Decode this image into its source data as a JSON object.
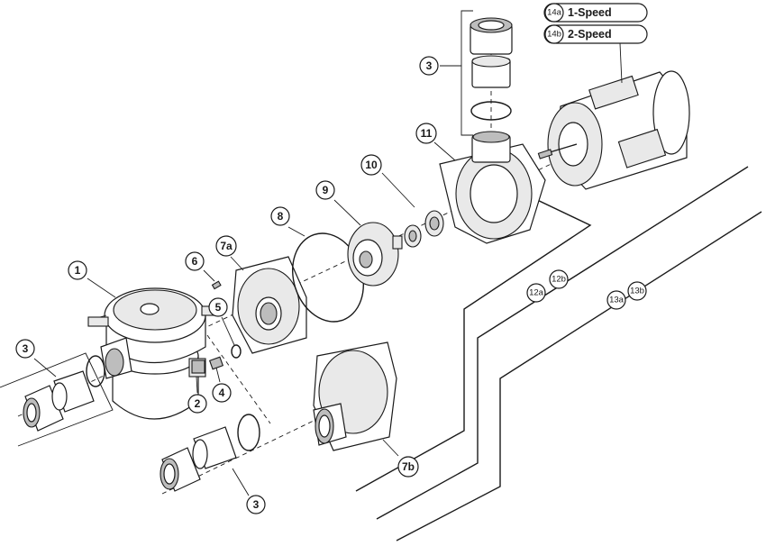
{
  "callouts": {
    "c1": "1",
    "c2": "2",
    "c3_top": "3",
    "c3_left": "3",
    "c3_bottom": "3",
    "c4": "4",
    "c5": "5",
    "c6": "6",
    "c7a": "7a",
    "c7b": "7b",
    "c8": "8",
    "c9": "9",
    "c10": "10",
    "c11": "11",
    "c12a": "12a",
    "c12b": "12b",
    "c13a": "13a",
    "c13b": "13b"
  },
  "speed_labels": {
    "s14a_code": "14a",
    "s14a_text": "1-Speed",
    "s14b_code": "14b",
    "s14b_text": "2-Speed"
  }
}
